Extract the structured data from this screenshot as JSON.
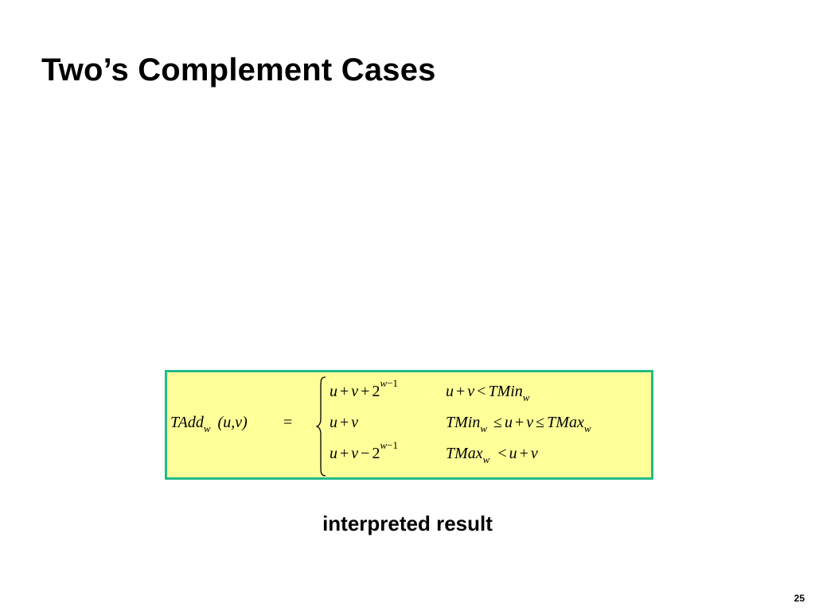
{
  "slide": {
    "title": "Two’s Complement Cases",
    "caption": "interpreted result",
    "page_number": "25"
  },
  "formula": {
    "lhs": {
      "name": "TAdd",
      "sub": "w",
      "args": "(u,v)",
      "eq": "="
    },
    "cases": [
      {
        "expr": {
          "u": "u",
          "plus1": "+",
          "v": "v",
          "op": "+",
          "base": "2",
          "exp_var": "w",
          "exp_minus": "−",
          "exp_num": "1"
        },
        "cond": {
          "u": "u",
          "plus": "+",
          "v": "v",
          "rel": "<",
          "bound": "TMin",
          "bound_sub": "w"
        }
      },
      {
        "expr": {
          "u": "u",
          "plus": "+",
          "v": "v"
        },
        "cond": {
          "lo": "TMin",
          "lo_sub": "w",
          "rel1": "≤",
          "u": "u",
          "plus": "+",
          "v": "v",
          "rel2": "≤",
          "hi": "TMax",
          "hi_sub": "w"
        }
      },
      {
        "expr": {
          "u": "u",
          "plus1": "+",
          "v": "v",
          "op": "−",
          "base": "2",
          "exp_var": "w",
          "exp_minus": "−",
          "exp_num": "1"
        },
        "cond": {
          "bound": "TMax",
          "bound_sub": "w",
          "rel": "<",
          "u": "u",
          "plus": "+",
          "v": "v"
        }
      }
    ]
  },
  "colors": {
    "box_fill": "#ffff99",
    "box_border": "#22bb88"
  }
}
